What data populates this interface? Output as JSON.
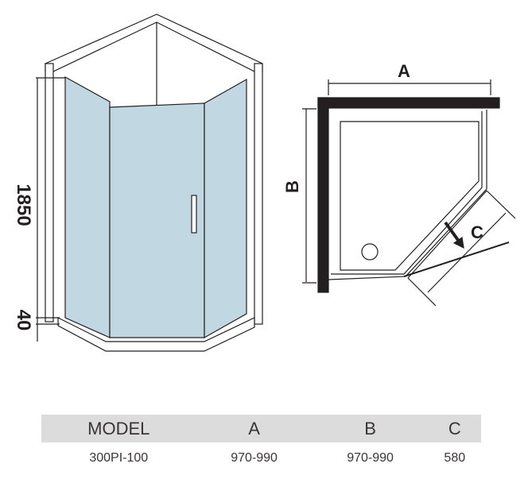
{
  "front_view": {
    "height_label": "1850",
    "base_label": "40",
    "glass_color": "#c1d8e2"
  },
  "plan_view": {
    "width_label": "A",
    "depth_label": "B",
    "door_label": "C",
    "wall_color": "#231f20"
  },
  "table": {
    "headers": [
      "MODEL",
      "A",
      "B",
      "C"
    ],
    "rows": [
      [
        "300PI-100",
        "970-990",
        "970-990",
        "580"
      ]
    ]
  }
}
